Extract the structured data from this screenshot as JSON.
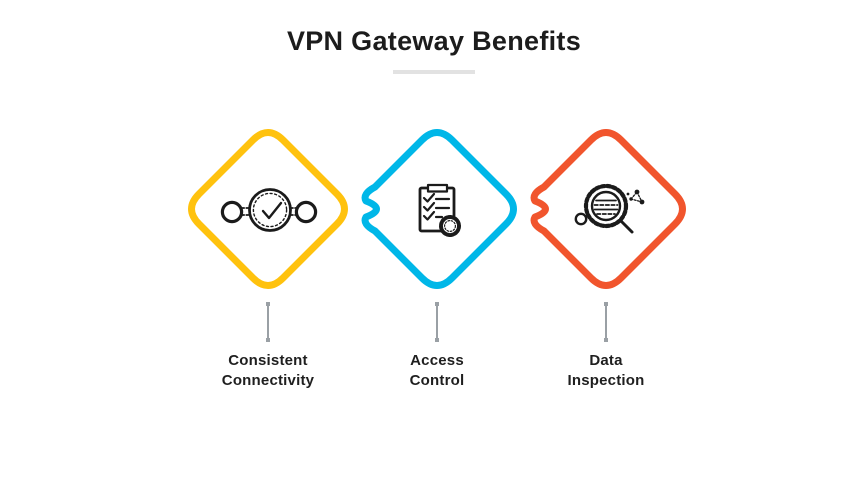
{
  "header": {
    "title": "VPN Gateway Benefits",
    "title_color": "#1c1c1c",
    "underline_color": "#e2e2e2"
  },
  "connector": {
    "color": "#9aa0a5"
  },
  "icon_stroke_color": "#1b1b1b",
  "benefits": [
    {
      "id": "consistent-connectivity",
      "label": [
        "Consistent",
        "Connectivity"
      ],
      "color": "#FFC20E",
      "icon": "connectivity-check-icon",
      "notched_corner": false
    },
    {
      "id": "access-control",
      "label": [
        "Access",
        "Control"
      ],
      "color": "#00B7E8",
      "icon": "checklist-clipboard-icon",
      "notched_corner": true
    },
    {
      "id": "data-inspection",
      "label": [
        "Data",
        "Inspection"
      ],
      "color": "#F1552D",
      "icon": "gear-magnifier-icon",
      "notched_corner": true
    }
  ]
}
